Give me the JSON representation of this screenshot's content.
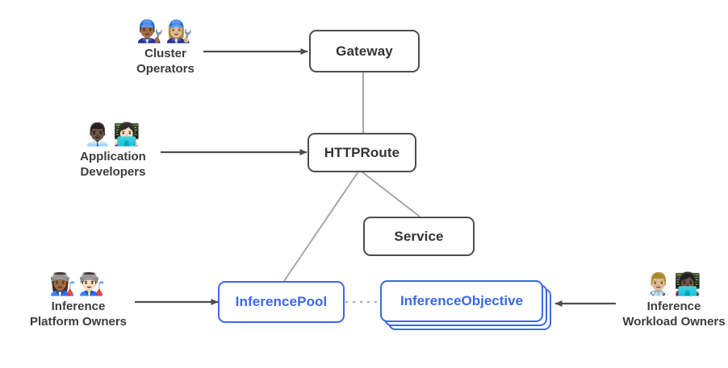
{
  "diagram": {
    "title": "Gateway API Inference Extension resource model and personas",
    "type": "architecture-diagram",
    "background_color": "#ffffff",
    "colors": {
      "dark_node_border": "#4d4d4d",
      "dark_node_text": "#333333",
      "blue_node_border": "#3b68e8",
      "blue_node_text": "#3b68e8",
      "solid_arrow": "#4d4d4d",
      "plain_edge": "#a6a6a6",
      "dotted_edge": "#b3b3b3",
      "caption_text": "#3c3c3c"
    }
  },
  "nodes": [
    {
      "id": "gateway",
      "label": "Gateway",
      "style": "dark"
    },
    {
      "id": "httproute",
      "label": "HTTPRoute",
      "style": "dark"
    },
    {
      "id": "service",
      "label": "Service",
      "style": "dark"
    },
    {
      "id": "inferencepool",
      "label": "InferencePool",
      "style": "blue"
    },
    {
      "id": "inferenceobjective",
      "label": "InferenceObjective",
      "style": "blue",
      "stacked": true,
      "stack_count": 3
    }
  ],
  "actors": [
    {
      "id": "cluster-operators",
      "caption": "Cluster\nOperators",
      "emoji": "👨🏾‍🔧👩🏼‍🔧",
      "emoji_names": [
        "man-mechanic-icon",
        "woman-mechanic-icon"
      ],
      "targets": "gateway"
    },
    {
      "id": "application-developers",
      "caption": "Application\nDevelopers",
      "emoji": "👨🏿‍💼👩🏻‍💻",
      "emoji_names": [
        "man-office-worker-icon",
        "woman-technologist-icon"
      ],
      "targets": "httproute"
    },
    {
      "id": "inference-platform-owners",
      "caption": "Inference\nPlatform Owners",
      "emoji": "👩🏾‍🏭👨🏻‍🏭",
      "emoji_names": [
        "woman-factory-worker-icon",
        "man-factory-worker-icon"
      ],
      "targets": "inferencepool"
    },
    {
      "id": "inference-workload-owners",
      "caption": "Inference\nWorkload Owners",
      "emoji": "👨🏼‍⚕️👩🏿‍💻",
      "emoji_names": [
        "man-health-worker-icon",
        "woman-technologist-icon"
      ],
      "targets": "inferenceobjective"
    }
  ],
  "edges": [
    {
      "id": "cluster-operators-to-gateway",
      "from": "cluster-operators",
      "to": "gateway",
      "kind": "arrow"
    },
    {
      "id": "application-developers-to-httproute",
      "from": "application-developers",
      "to": "httproute",
      "kind": "arrow"
    },
    {
      "id": "platform-owners-to-inferencepool",
      "from": "inference-platform-owners",
      "to": "inferencepool",
      "kind": "arrow"
    },
    {
      "id": "workload-owners-to-inferenceobjective",
      "from": "inference-workload-owners",
      "to": "inferenceobjective",
      "kind": "arrow"
    },
    {
      "id": "gateway-to-httproute",
      "from": "gateway",
      "to": "httproute",
      "kind": "line"
    },
    {
      "id": "httproute-to-inferencepool",
      "from": "httproute",
      "to": "inferencepool",
      "kind": "line"
    },
    {
      "id": "httproute-to-service",
      "from": "httproute",
      "to": "service",
      "kind": "line"
    },
    {
      "id": "inferencepool-to-inferenceobjective",
      "from": "inferencepool",
      "to": "inferenceobjective",
      "kind": "dotted"
    }
  ]
}
